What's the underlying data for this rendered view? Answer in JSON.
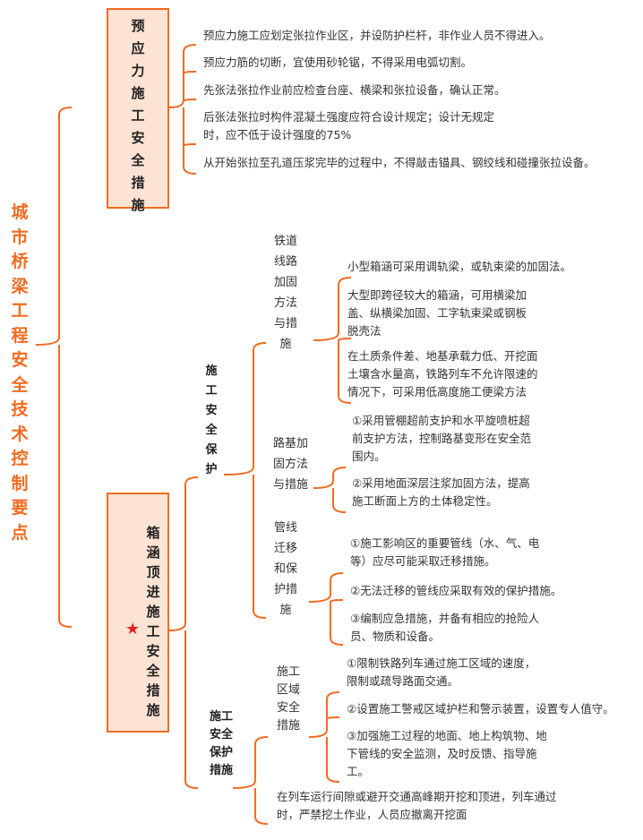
{
  "root": "城市桥梁工程安全技术控制要点",
  "colors": {
    "accent": "#f26b21",
    "box_fill": "#fce3d3",
    "star": "#e02020"
  },
  "prestress": {
    "title": "预应力施工安全措施",
    "items": [
      "预应力施工应划定张拉作业区，并设防护栏杆，非作业人员不得进入。",
      "预应力筋的切断，宜使用砂轮锯，不得采用电弧切割。",
      "先张法张拉作业前应检查台座、横梁和张拉设备，确认正常。",
      "后张法张拉时构件混凝土强度应符合设计规定；设计无规定\n时，应不低于设计强度的75%",
      "从开始张拉至孔道压浆完毕的过程中，不得敲击锚具、钢绞线和碰撞张拉设备。"
    ]
  },
  "culvert": {
    "title": "箱涵顶进施工安全措施",
    "star_icon": "star-icon",
    "protection": {
      "title": "施工安全保护",
      "rail": {
        "title": "铁道\n线路\n加固\n方法\n与措\n施",
        "items": [
          "小型箱涵可采用调轨梁，或轨束梁的加固法。",
          "大型即跨径较大的箱涵，可用横梁加\n盖、纵横梁加固、工字轨束梁或钢板\n脱壳法",
          "在土质条件差、地基承载力低、开挖面\n土壤含水量高，铁路列车不允许限速的\n情况下，可采用低高度施工便梁方法"
        ]
      },
      "subgrade": {
        "title": "路基加\n固方法\n与措施",
        "items": [
          "①采用管棚超前支护和水平旋喷桩超\n前支护方法，控制路基变形在安全范\n围内。",
          "②采用地面深层注浆加固方法，提高\n施工断面上方的土体稳定性。"
        ]
      },
      "pipeline": {
        "title": "管线\n迁移\n和保\n护措\n施",
        "items": [
          "①施工影响区的重要管线（水、气、电\n等）应尽可能采取迁移措施。",
          "②无法迁移的管线应采取有效的保护措施。",
          "③编制应急措施，并备有相应的抢险人\n员、物质和设备。"
        ]
      }
    },
    "measures": {
      "title": "施工\n安全\n保护\n措施",
      "zone": {
        "title": "施工\n区域\n安全\n措施",
        "items": [
          "①限制铁路列车通过施工区域的速度，\n限制或疏导路面交通。",
          "②设置施工警戒区域护栏和警示装置，设置专人值守。",
          "③加强施工过程的地面、地上构筑物、地\n下管线的安全监测，及时反馈、指导施\n工。"
        ]
      },
      "extra": "在列车运行间隙或避开交通高峰期开挖和顶进，列车通过\n时，严禁挖土作业，人员应撤离开挖面"
    }
  }
}
